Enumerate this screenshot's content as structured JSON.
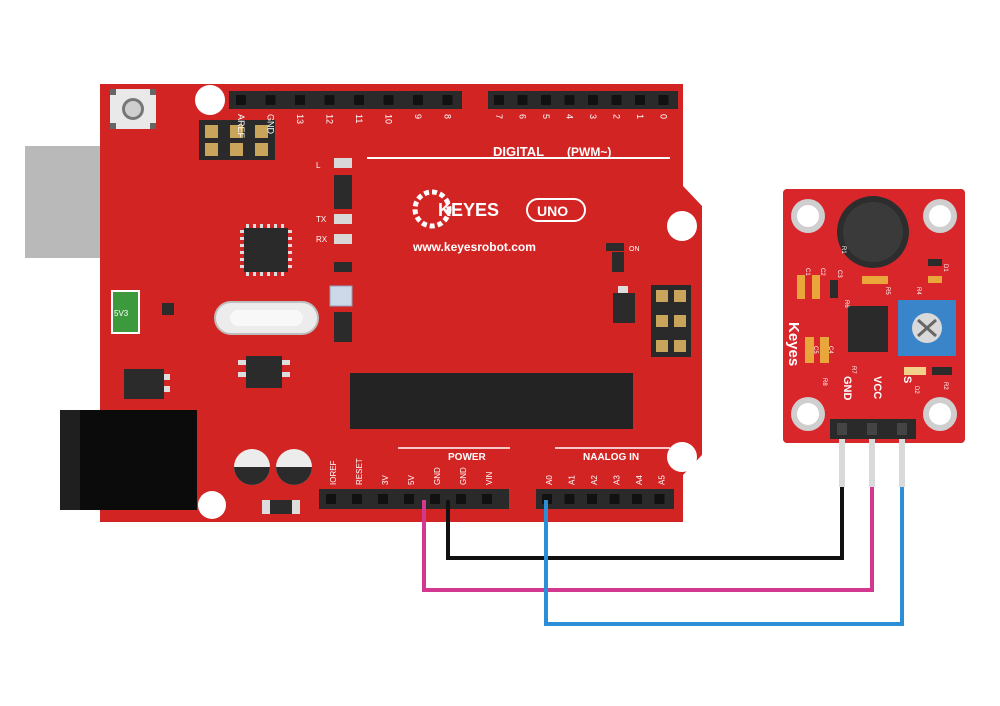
{
  "board": {
    "brand": "KEYES",
    "model": "UNO",
    "website": "www.keyesrobot.com",
    "digital_label": "DIGITAL",
    "pwm_label": "(PWM~)",
    "power_label": "POWER",
    "analog_label": "NAALOG IN",
    "reg_label": "5V3",
    "on_label": "ON",
    "led_labels": [
      "L",
      "TX",
      "RX"
    ],
    "digital_top_pins": [
      "AREF",
      "GND",
      "13",
      "12",
      "11",
      "10",
      "9",
      "8"
    ],
    "digital_right_pins": [
      "7",
      "6",
      "5",
      "4",
      "3",
      "2",
      "1",
      "0"
    ],
    "power_pins": [
      "IOREF",
      "RESET",
      "3V",
      "5V",
      "GND",
      "GND",
      "VIN"
    ],
    "analog_pins": [
      "A0",
      "A1",
      "A2",
      "A3",
      "A4",
      "A5"
    ]
  },
  "module": {
    "brand": "Keyes",
    "pin_labels": [
      "GND",
      "VCC",
      "S"
    ],
    "component_labels": [
      "C1",
      "C2",
      "C3",
      "C4",
      "C5",
      "D1",
      "D2",
      "R1",
      "R2",
      "R4",
      "R5",
      "R6",
      "R7",
      "R8"
    ]
  },
  "wires": [
    {
      "name": "gnd-wire",
      "from": "GND",
      "to": "GND",
      "color": "#111111"
    },
    {
      "name": "vcc-wire",
      "from": "5V",
      "to": "VCC",
      "color": "#d3388f"
    },
    {
      "name": "signal-wire",
      "from": "A0",
      "to": "S",
      "color": "#2c8fd6"
    }
  ],
  "colors": {
    "board": "#d32424",
    "module": "#d8262b",
    "header": "#2a2a2a"
  }
}
